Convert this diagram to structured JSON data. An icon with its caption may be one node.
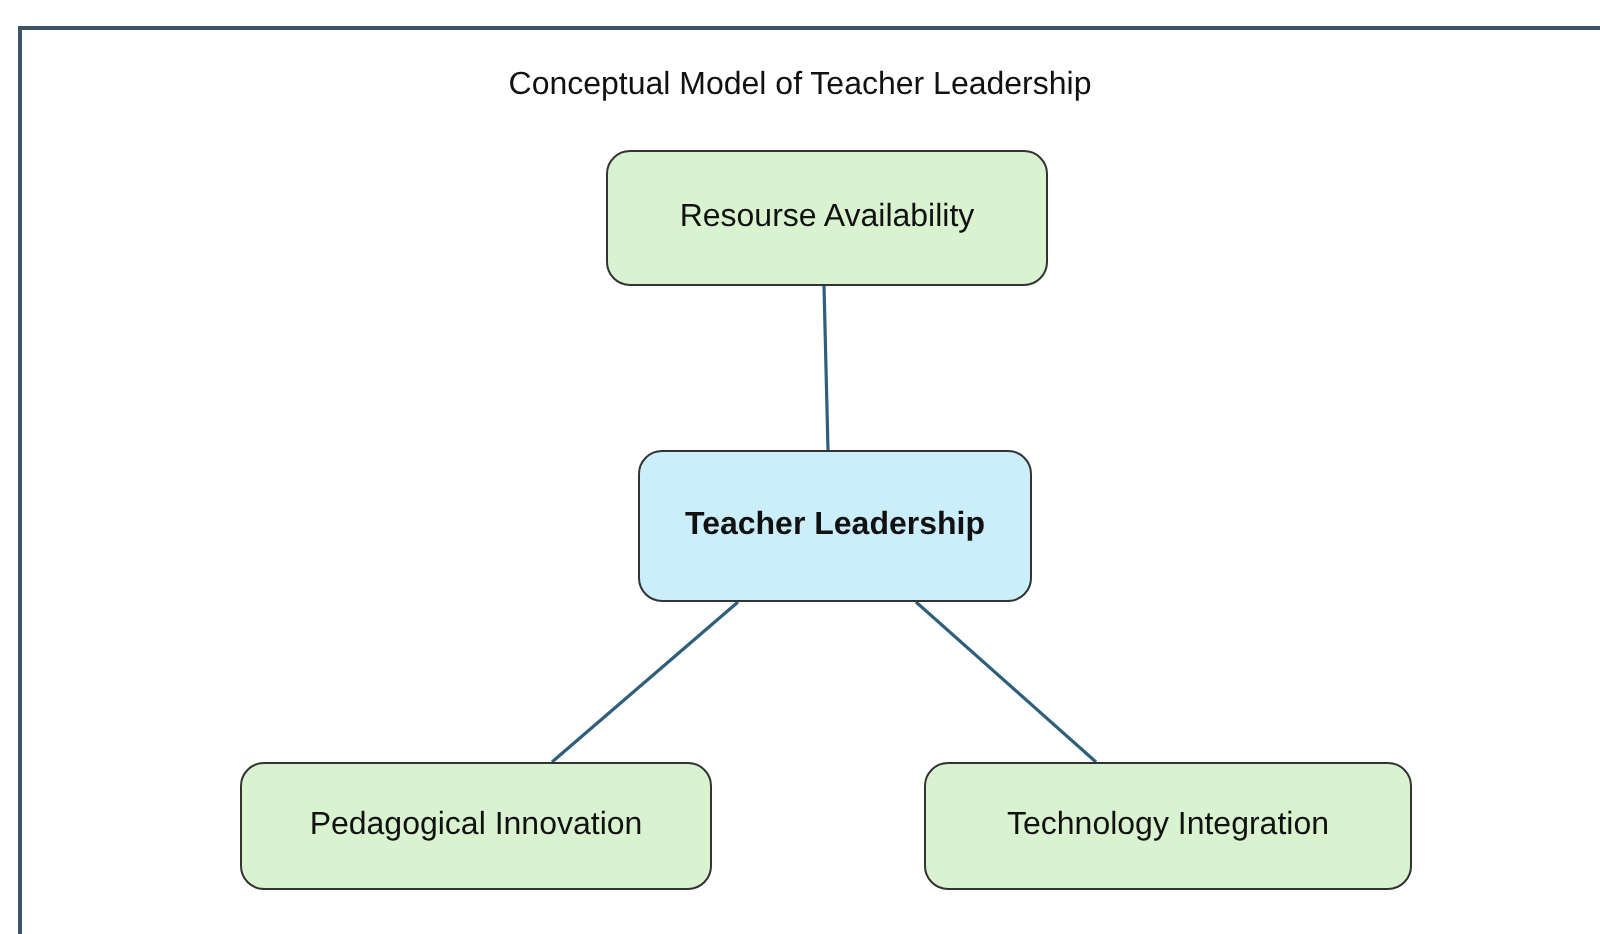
{
  "diagram": {
    "title": "Conceptual Model of Teacher Leadership",
    "nodes": [
      {
        "text": [
          "Resourse Availability"
        ]
      },
      {
        "text": [
          "Teacher Leadership"
        ]
      },
      {
        "text": [
          "Pedagogical Innovation"
        ]
      },
      {
        "text": [
          "Technology Integration"
        ]
      }
    ],
    "edges": [
      {
        "from": 0,
        "to": 1,
        "arrow": "none"
      },
      {
        "from": 1,
        "to": 2,
        "arrow": "none"
      },
      {
        "from": 1,
        "to": 3,
        "arrow": "none"
      }
    ]
  }
}
